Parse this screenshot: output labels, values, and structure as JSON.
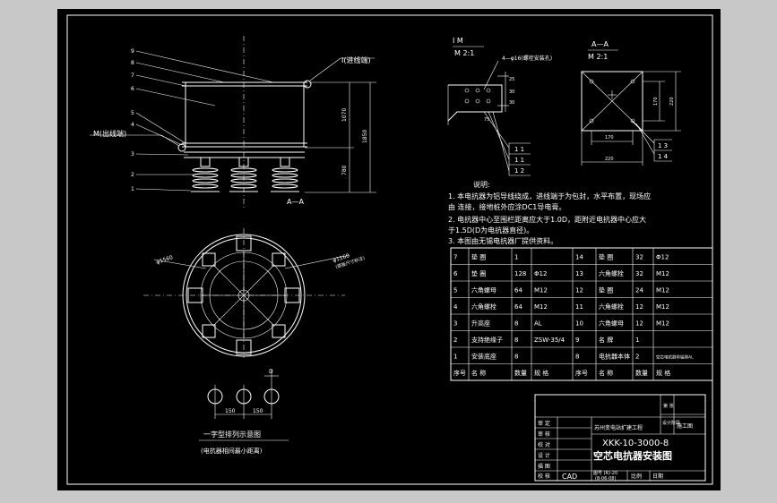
{
  "colors": {
    "background": "#000000",
    "line": "#ffffff",
    "frame_outer": "#c8c8c8"
  },
  "elevation": {
    "part_numbers": [
      "9",
      "8",
      "7",
      "6",
      "5",
      "4",
      "3",
      "2",
      "1"
    ],
    "label_inlet": "I(进线端)",
    "label_outlet": "M(出线端)",
    "dims": {
      "d1070": "1070",
      "d1850": "1850",
      "d780": "780"
    },
    "section_mark": "A—A"
  },
  "detail_I": {
    "title": "I  M",
    "scale": "M 2:1",
    "note": "4—φ16(螺栓安装孔)",
    "dims": [
      "25",
      "30",
      "30",
      "75"
    ],
    "leaders": [
      "1 1",
      "1 1",
      "1 2"
    ]
  },
  "detail_AA": {
    "title": "A—A",
    "scale": "M 2:1",
    "dims": {
      "w170": "170",
      "w220": "220",
      "h170": "170",
      "h220": "220"
    },
    "leaders": [
      "1 3",
      "1 4"
    ]
  },
  "plan": {
    "dim_left": "φ1560",
    "dim_right": "φ1160",
    "dim_right_note": "(底板尺寸标注)"
  },
  "arrangement": {
    "dims": [
      "150",
      "150",
      "D"
    ],
    "caption": "一字型排列示意图",
    "caption2": "(电抗器相间最小距离)"
  },
  "notes": {
    "heading": "说明:",
    "lines": [
      "1. 本电抗器为铝导线绕成，进线端于为包封，水平布置，现场应",
      "   由 连接，接地桩外应涂DC1导电膏。",
      "2. 电抗器中心至围栏距离应大于1.0D，距附近电抗器中心应大",
      "   于1.5D(D为电抗器直径)。",
      "3. 本图由无锡电抗器厂提供资料。"
    ]
  },
  "parts_table": {
    "rows": [
      [
        "7",
        "垫  圈",
        "1",
        "",
        "14",
        "垫  圈",
        "32",
        "Φ12"
      ],
      [
        "6",
        "垫  圈",
        "128",
        "Φ12",
        "13",
        "六角螺栓",
        "32",
        "M12"
      ],
      [
        "5",
        "六角螺母",
        "64",
        "M12",
        "12",
        "垫  圈",
        "24",
        "M12"
      ],
      [
        "4",
        "六角螺栓",
        "64",
        "M12",
        "11",
        "六角螺栓",
        "12",
        "M12"
      ],
      [
        "3",
        "升高座",
        "8",
        "AL",
        "10",
        "六角螺母",
        "12",
        "M12"
      ],
      [
        "2",
        "支持绝缘子",
        "8",
        "ZSW-35/4",
        "9",
        "名  牌",
        "1",
        ""
      ],
      [
        "1",
        "安装底座",
        "8",
        "",
        "8",
        "电抗器本体",
        "2",
        "空芯电抗器带铝排AL"
      ]
    ],
    "header": [
      "序号",
      "名  称",
      "数量",
      "规  格",
      "序号",
      "名  称",
      "数量",
      "规  格"
    ]
  },
  "title_block": {
    "company": "苏州变电站扩建工程",
    "drawing_no": "XKK-10-3000-8",
    "drawing_title": "空芯电抗器安装图",
    "left_labels": [
      "审 定",
      "审 核",
      "校 对",
      "设 计",
      "描 图",
      "校 核"
    ],
    "cad": "CAD",
    "stage_label": "设计阶段",
    "stage": "施工图",
    "sheet_label": "第 张",
    "date_label": "日期",
    "scale_label": "比例",
    "small_note": "图号 (R)-20",
    "small_note2": "(8-06-08)"
  }
}
